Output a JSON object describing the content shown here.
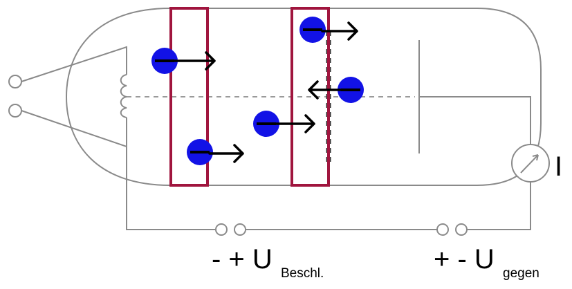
{
  "labels": {
    "current": "I",
    "accel_sign": "- + U",
    "accel_sub": "Beschl.",
    "counter_sign": "+ - U",
    "counter_sub": "gegen"
  },
  "colors": {
    "electron": "#1212e6",
    "highlight_box": "#a0153e",
    "wire": "#8a8a8a"
  },
  "icons": {
    "ammeter": "ammeter-icon",
    "filament": "heating-coil-icon"
  }
}
